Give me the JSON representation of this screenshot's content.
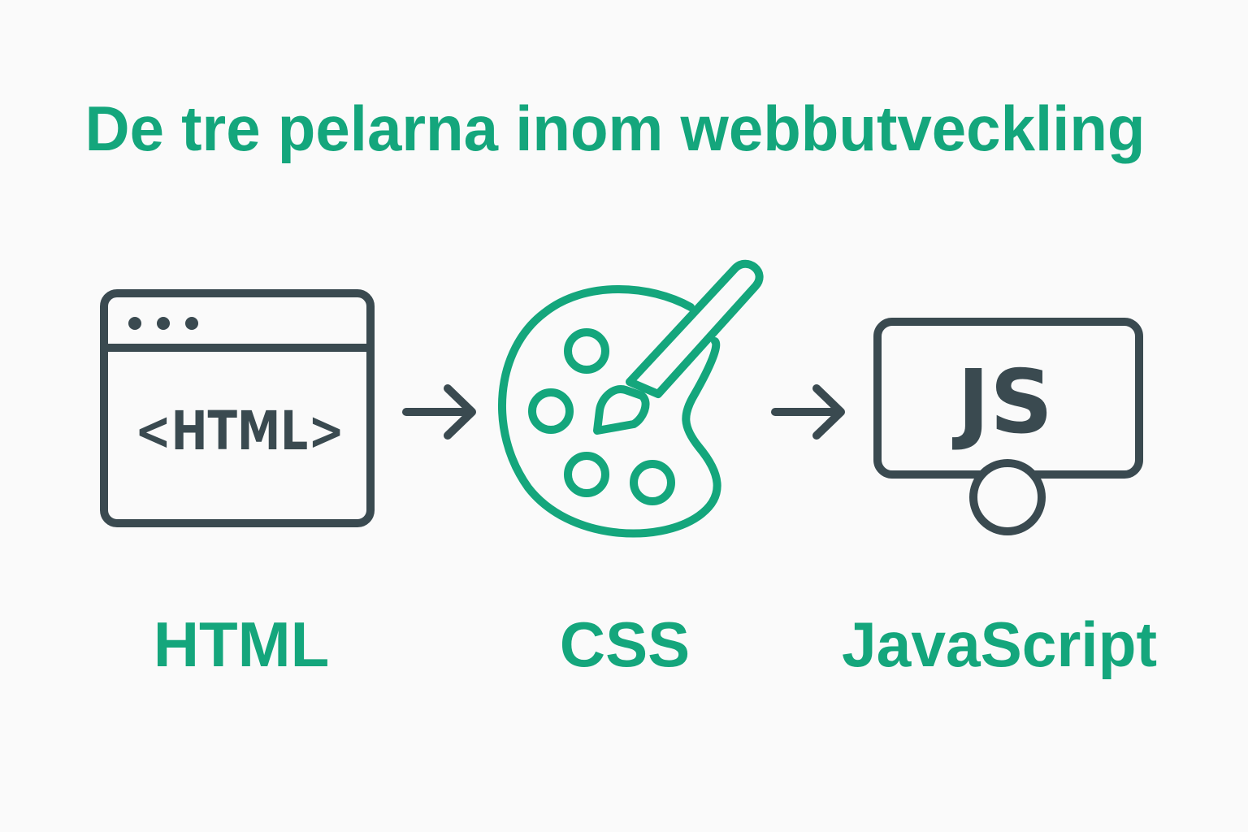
{
  "title": "De tre pelarna inom webbutveckling",
  "pillars": [
    {
      "label": "HTML",
      "icon": "browser-window-icon",
      "icon_text": "<HTML>"
    },
    {
      "label": "CSS",
      "icon": "paint-palette-icon"
    },
    {
      "label": "JavaScript",
      "icon": "js-monitor-icon",
      "icon_text": "JS"
    }
  ],
  "colors": {
    "accent": "#14a67c",
    "dark": "#3a4a50",
    "background": "#fafafa"
  }
}
